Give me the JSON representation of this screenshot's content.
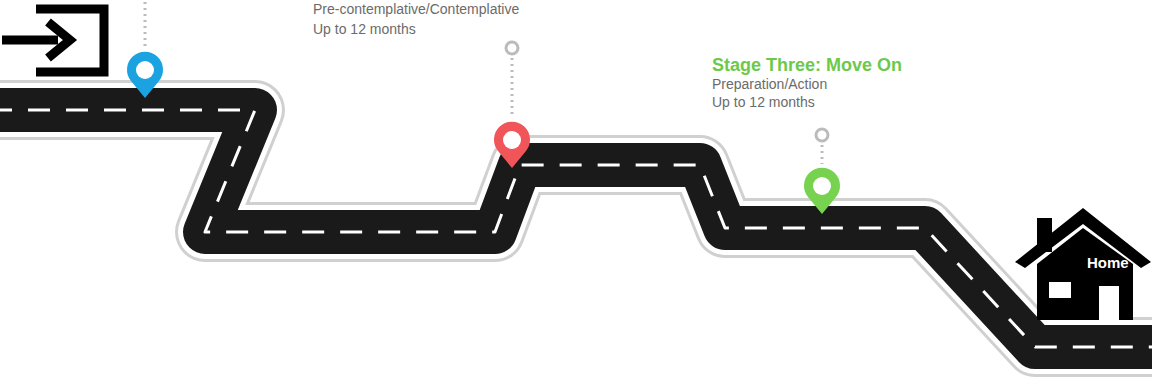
{
  "diagram": {
    "nodes": [
      {
        "text": [
          "Home"
        ]
      }
    ],
    "labels": [
      "Pre-contemplative/Contemplative",
      "Up to 12 months",
      "Stage Three: Move On",
      "Preparation/Action",
      "Up to 12 months"
    ]
  }
}
